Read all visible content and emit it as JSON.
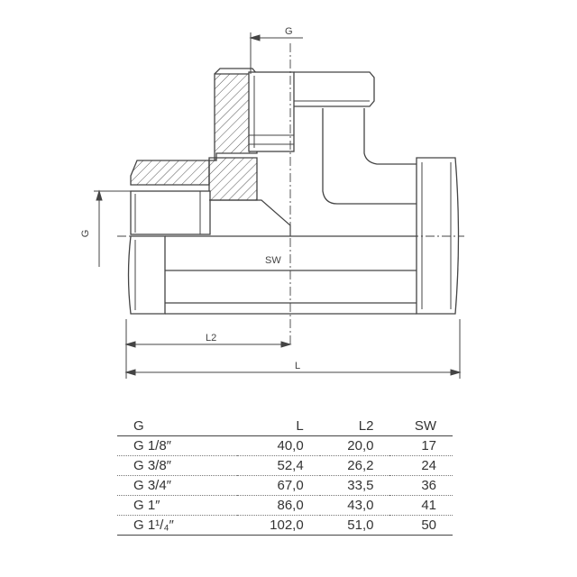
{
  "drawing": {
    "labels": {
      "g_top": "G",
      "g_side": "G",
      "sw": "SW",
      "l2": "L2",
      "l": "L"
    }
  },
  "table": {
    "headers": [
      "G",
      "L",
      "L2",
      "SW"
    ],
    "rows": [
      [
        "G 1/8″",
        "40,0",
        "20,0",
        "17"
      ],
      [
        "G 3/8″",
        "52,4",
        "26,2",
        "24"
      ],
      [
        "G 3/4″",
        "67,0",
        "33,5",
        "36"
      ],
      [
        "G 1″",
        "86,0",
        "43,0",
        "41"
      ],
      [
        "G 1¹/₄″",
        "102,0",
        "51,0",
        "50"
      ]
    ]
  }
}
